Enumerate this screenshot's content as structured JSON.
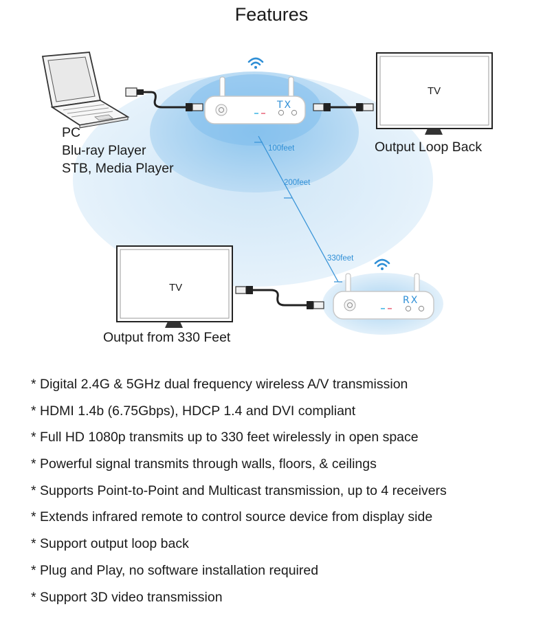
{
  "title": "Features",
  "diagram": {
    "source_label_lines": [
      "PC",
      "Blu-ray Player",
      "STB, Media Player"
    ],
    "tv_top": {
      "screen_label": "TV",
      "caption": "Output Loop Back"
    },
    "tv_bottom": {
      "screen_label": "TV",
      "caption": "Output from 330 Feet"
    },
    "tx_label": "TX",
    "rx_label": "RX",
    "distances": [
      "100feet",
      "200feet",
      "330feet"
    ]
  },
  "colors": {
    "accent": "#2f8fd6",
    "halo_outer": "#e3f0fa",
    "halo_inner": "#9ccbee"
  },
  "features": [
    "* Digital 2.4G & 5GHz dual frequency wireless A/V transmission",
    "* HDMI 1.4b (6.75Gbps), HDCP 1.4 and DVI compliant",
    "* Full HD 1080p transmits up to 330 feet wirelessly in open space",
    "* Powerful signal transmits through walls, floors, & ceilings",
    "* Supports Point-to-Point and Multicast transmission, up to 4 receivers",
    "* Extends infrared remote to control source device from display side",
    "* Support output loop back",
    "* Plug and Play, no software installation required",
    "* Support 3D video transmission"
  ]
}
